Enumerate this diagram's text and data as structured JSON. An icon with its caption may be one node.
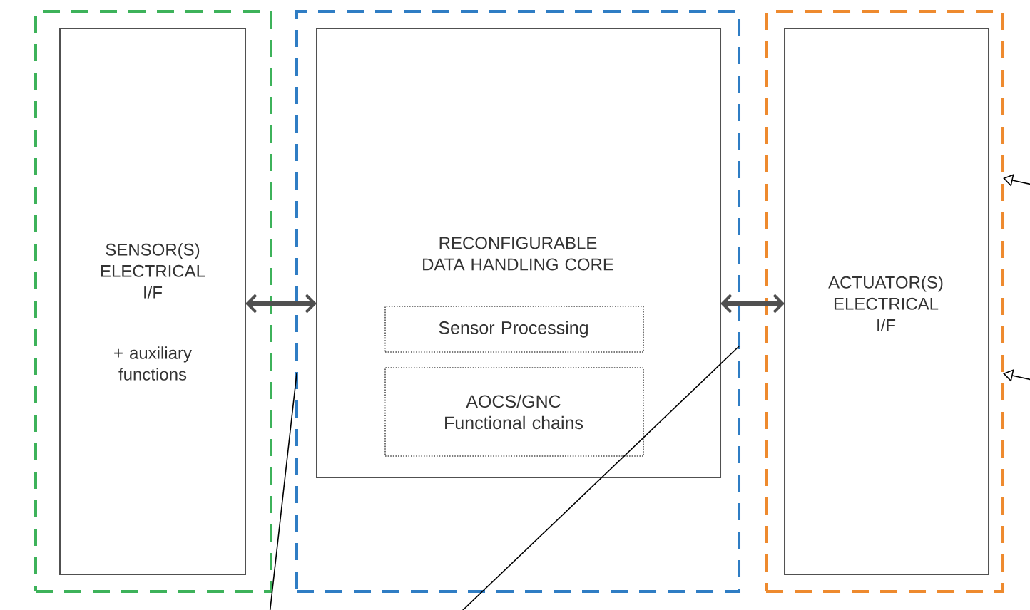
{
  "diagram": {
    "nodes": [
      {
        "text": [],
        "shape": "box"
      },
      {
        "text": [
          "SENSOR(S) ELECTRICAL I/F",
          "+ auxiliary functions"
        ],
        "in": 0
      },
      {
        "text": [],
        "shape": "box"
      },
      {
        "text": [
          "RECONFIGURABLE DATA HANDLING CORE"
        ],
        "in": 2
      },
      {
        "text": [
          "Sensor Processing"
        ],
        "in": 3
      },
      {
        "text": [
          "AOCS/GNC Functional chains"
        ],
        "in": 3
      },
      {
        "text": [],
        "shape": "box"
      },
      {
        "text": [
          "ACTUATOR(S) ELECTRICAL I/F"
        ],
        "in": 6
      }
    ],
    "edges": [
      {
        "from": 1,
        "to": 3,
        "arrow": "both",
        "style": "thick"
      },
      {
        "from": 3,
        "to": 7,
        "arrow": "both",
        "style": "thick"
      },
      {
        "from": null,
        "to": 2,
        "arrow": "none"
      },
      {
        "from": null,
        "to": 2,
        "arrow": "none"
      },
      {
        "from": null,
        "to": 6,
        "arrow": "to"
      },
      {
        "from": null,
        "to": 6,
        "arrow": "to"
      }
    ]
  }
}
